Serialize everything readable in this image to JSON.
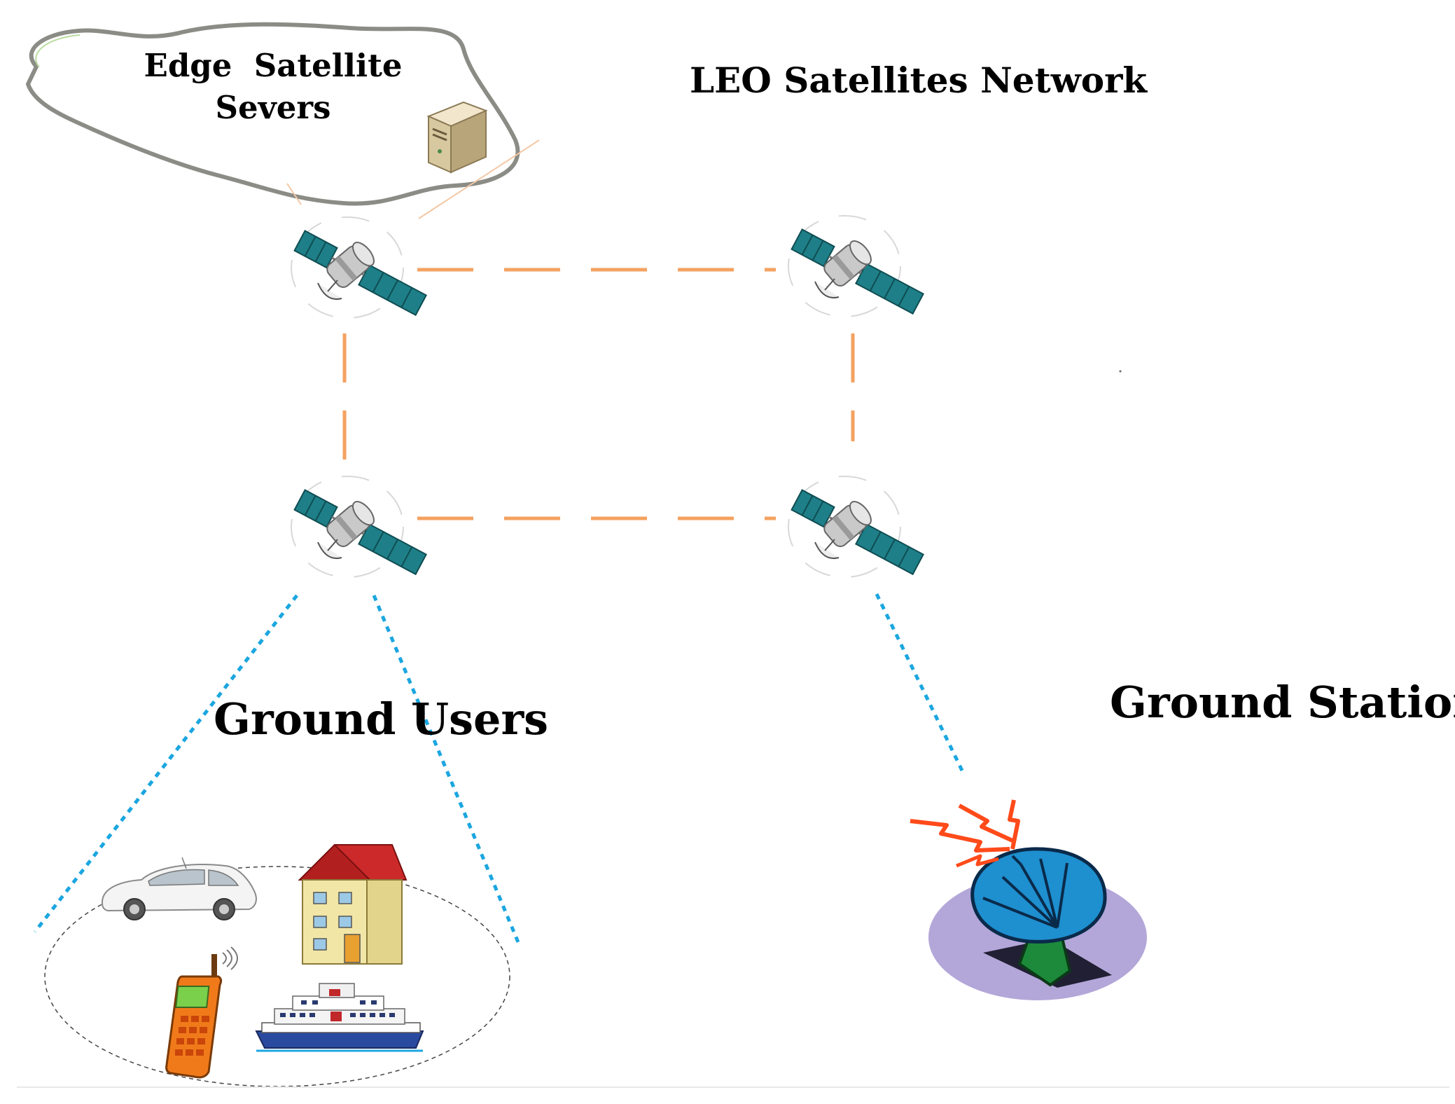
{
  "labels": {
    "cloud_title_line1": "Edge  Satellite",
    "cloud_title_line2": "Severs",
    "network_title": "LEO Satellites Network",
    "ground_users": "Ground Users",
    "ground_station": "Ground Station"
  },
  "colors": {
    "isl_link": "#F4A261",
    "ground_link": "#1BA6E0",
    "cloud_outline": "#8C8C86",
    "dish": "#1E8FCF",
    "dish_base_shadow": "#B3A6D8"
  },
  "icons": {
    "satellite": "satellite-icon",
    "server": "server-icon",
    "car": "car-icon",
    "house": "house-icon",
    "phone": "mobile-phone-icon",
    "ship": "ship-icon",
    "dish": "satellite-dish-icon"
  }
}
